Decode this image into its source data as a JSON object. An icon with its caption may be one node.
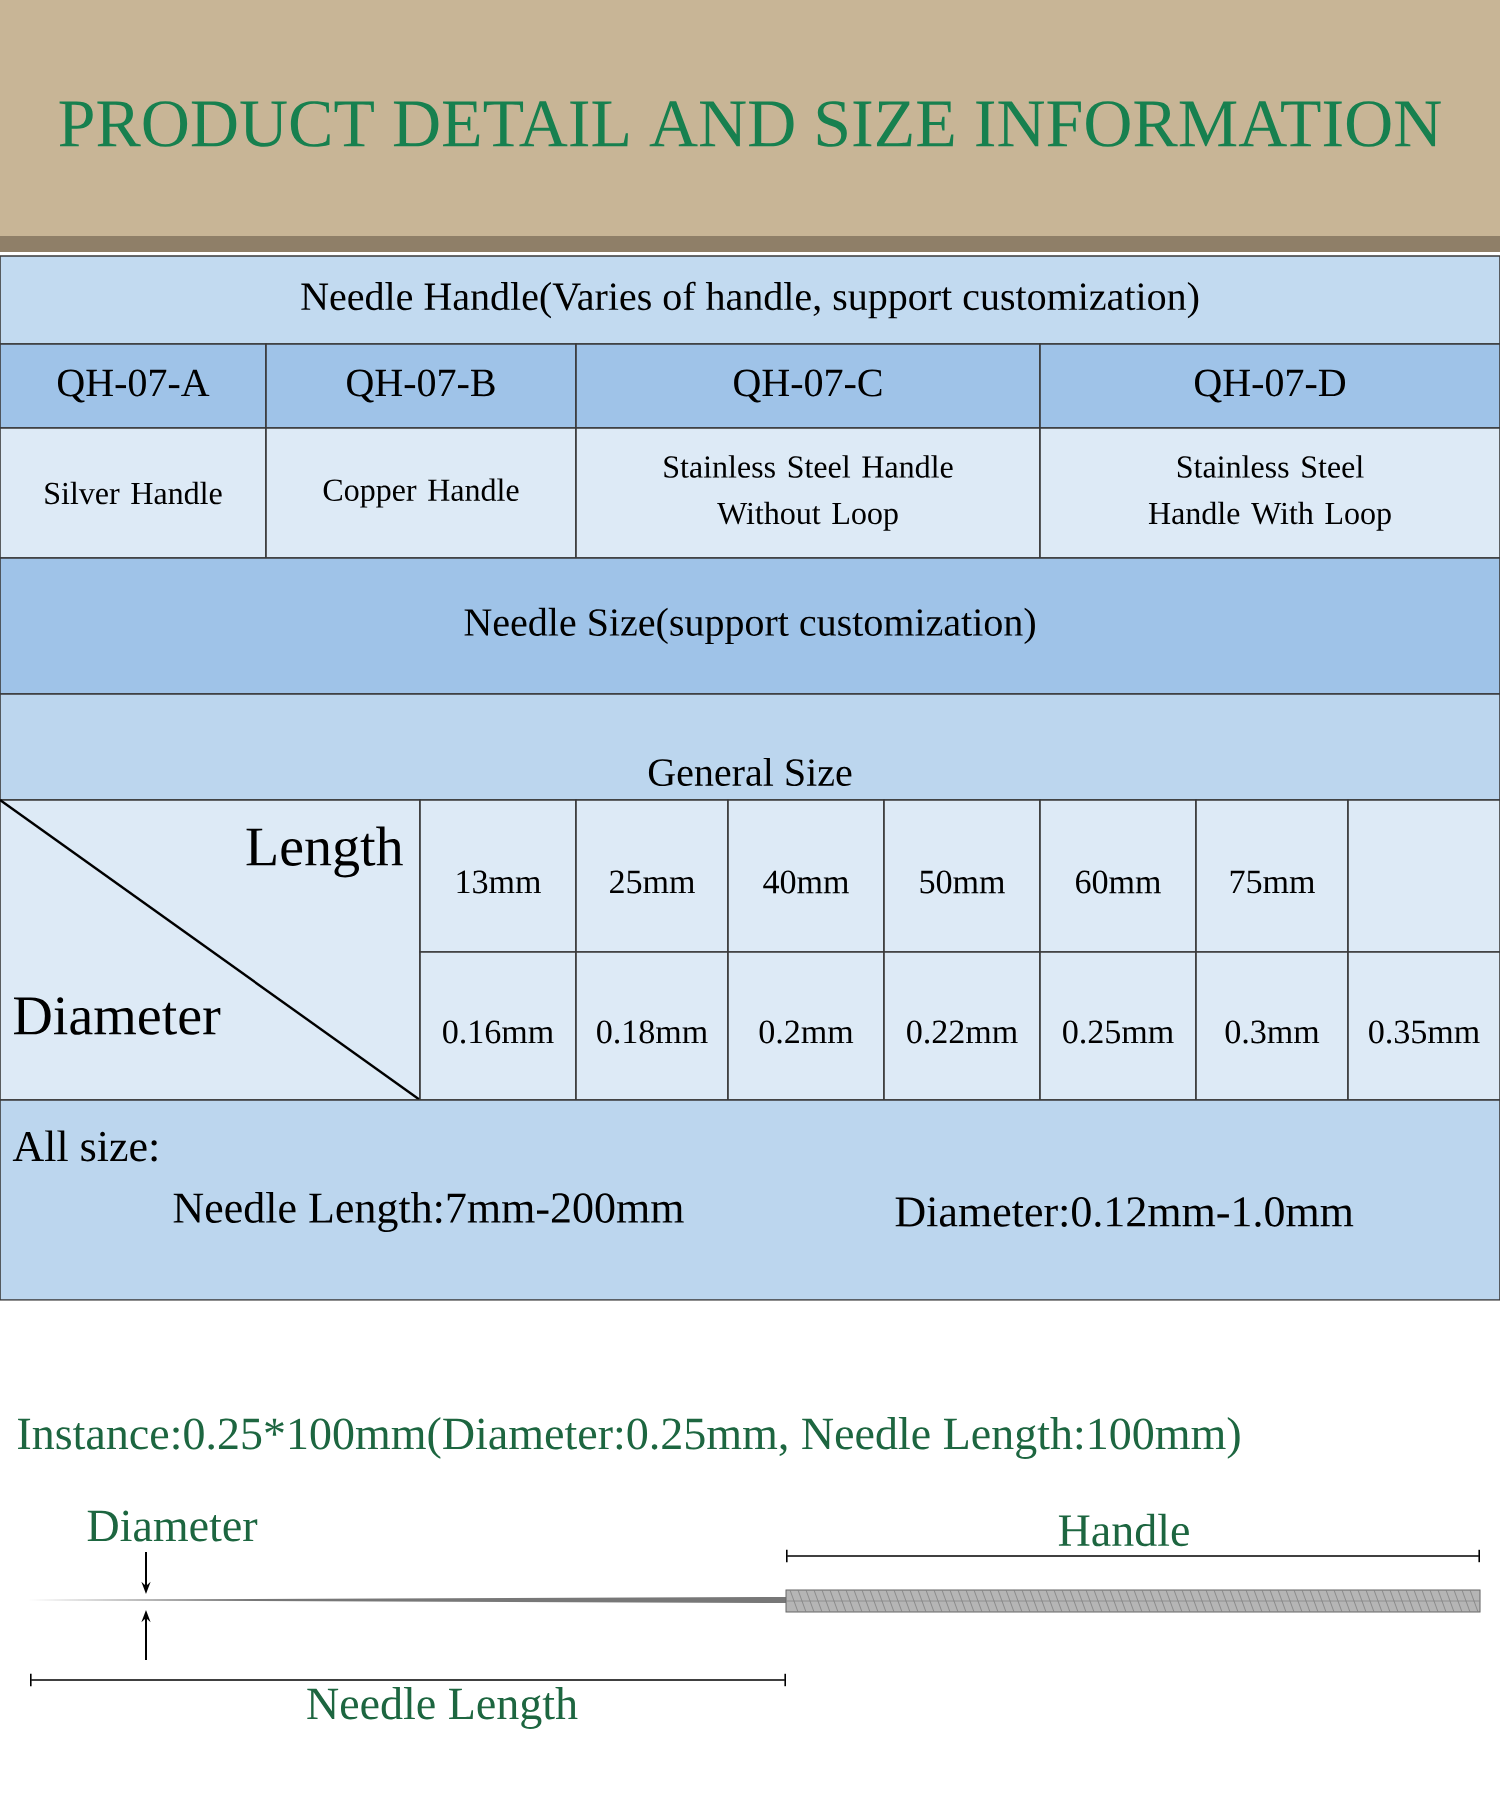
{
  "diagram": {
    "title": "PRODUCT DETAIL AND SIZE INFORMATION",
    "labels": [
      "Needle Handle(Varies of handle, support customization)",
      "QH-07-A",
      "QH-07-B",
      "QH-07-C",
      "QH-07-D",
      "Silver Handle",
      "Copper Handle",
      "Stainless Steel Handle Without Loop",
      "Stainless Steel Handle With Loop",
      "Needle Size(support customization)",
      "General Size",
      "Length",
      "13mm",
      "25mm",
      "40mm",
      "50mm",
      "60mm",
      "75mm",
      "Diameter",
      "0.16mm",
      "0.18mm",
      "0.2mm",
      "0.22mm",
      "0.25mm",
      "0.3mm",
      "0.35mm",
      "All size:",
      "Needle Length:7mm-200mm",
      "Diameter:0.12mm-1.0mm",
      "Instance:0.25*100mm(Diameter:0.25mm, Needle Length:100mm)",
      "Diameter",
      "Handle",
      "Needle Length"
    ]
  }
}
